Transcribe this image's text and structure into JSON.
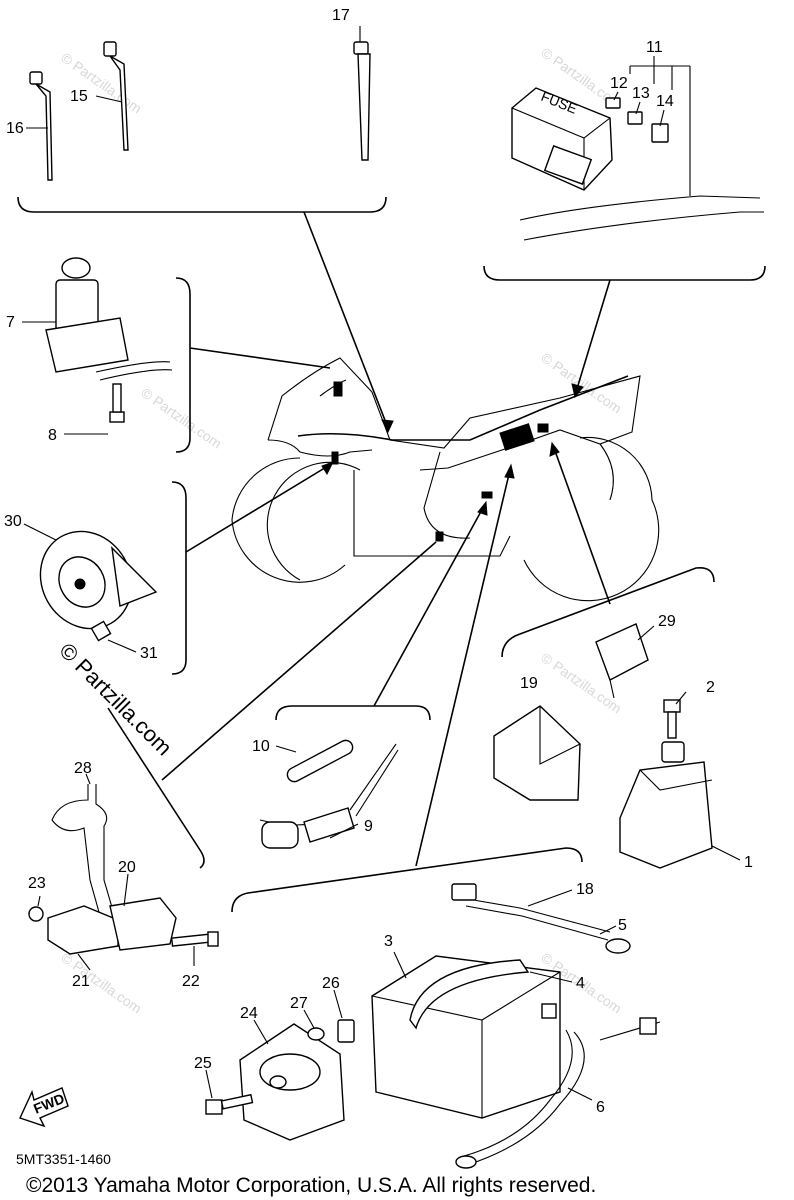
{
  "labels": {
    "p1": "1",
    "p2": "2",
    "p3": "3",
    "p4": "4",
    "p5": "5",
    "p6": "6",
    "p7": "7",
    "p8": "8",
    "p9": "9",
    "p10": "10",
    "p11": "11",
    "p12": "12",
    "p13": "13",
    "p14": "14",
    "p15": "15",
    "p16": "16",
    "p17": "17",
    "p18": "18",
    "p19": "19",
    "p20": "20",
    "p21": "21",
    "p22": "22",
    "p23": "23",
    "p24": "24",
    "p25": "25",
    "p26": "26",
    "p27": "27",
    "p28": "28",
    "p29": "29",
    "p30": "30",
    "p31": "31"
  },
  "fuse_box_text": "FUSE",
  "fwd_arrow_text": "FWD",
  "diagram_code": "5MT3351-1460",
  "watermark": "© Partzilla.com",
  "copyright": "©2013 Yamaha Motor Corporation, U.S.A. All rights reserved."
}
